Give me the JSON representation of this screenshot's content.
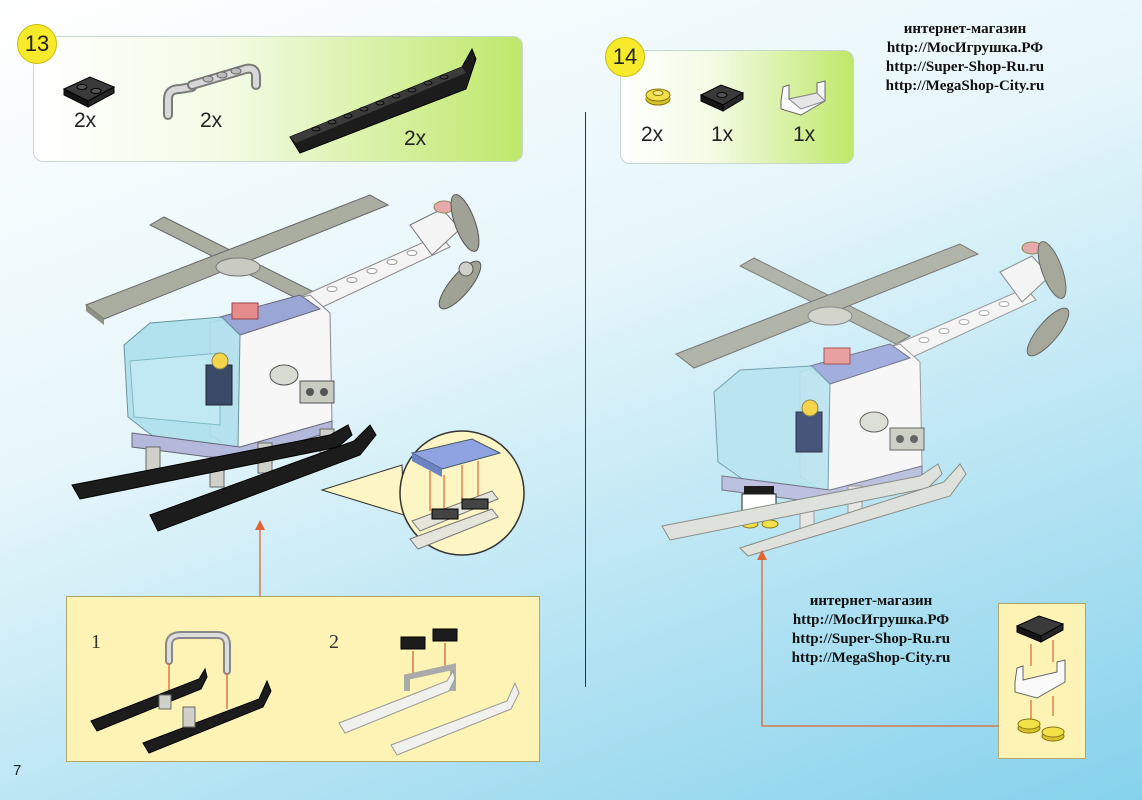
{
  "page": {
    "number": "7"
  },
  "step13": {
    "number": "13",
    "parts": [
      {
        "icon": "black-plate-1x2",
        "qty": "2x"
      },
      {
        "icon": "gray-bar-handle",
        "qty": "2x"
      },
      {
        "icon": "black-skid-plate",
        "qty": "2x"
      }
    ],
    "substeps": [
      "1",
      "2"
    ]
  },
  "step14": {
    "number": "14",
    "parts": [
      {
        "icon": "yellow-round-plate",
        "qty": "2x"
      },
      {
        "icon": "black-jumper-plate",
        "qty": "1x"
      },
      {
        "icon": "white-bracket",
        "qty": "1x"
      }
    ]
  },
  "watermark_top": {
    "line1": "интернет-магазин",
    "line2": "http://МосИгрушка.РФ",
    "line3": "http://Super-Shop-Ru.ru",
    "line4": "http://MegaShop-City.ru"
  },
  "watermark_bottom": {
    "line1": "интернет-магазин",
    "line2": "http://МосИгрушка.РФ",
    "line3": "http://Super-Shop-Ru.ru",
    "line4": "http://MegaShop-City.ru"
  },
  "colors": {
    "badge": "#f6ea2b",
    "arrow": "#e0652f",
    "subbox": "#fcf3b4",
    "black_part": "#1c1c1c",
    "gray_part": "#b4b6aa"
  }
}
